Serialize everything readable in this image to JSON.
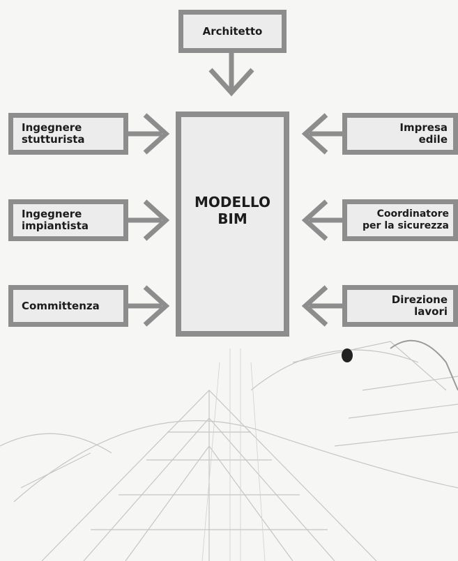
{
  "center": {
    "label": "MODELLO\nBIM"
  },
  "top": {
    "label": "Architetto"
  },
  "left": [
    {
      "label": "Ingegnere\nstutturista"
    },
    {
      "label": "Ingegnere\nimpiantista"
    },
    {
      "label": "Committenza"
    }
  ],
  "right": [
    {
      "label": "Impresa\nedile"
    },
    {
      "label": "Coordinatore\nper la sicurezza"
    },
    {
      "label": "Direzione\nlavori"
    }
  ],
  "colors": {
    "box_border": "#8d8d8d",
    "box_fill": "#ececec",
    "arrow": "#8d8d8d"
  }
}
